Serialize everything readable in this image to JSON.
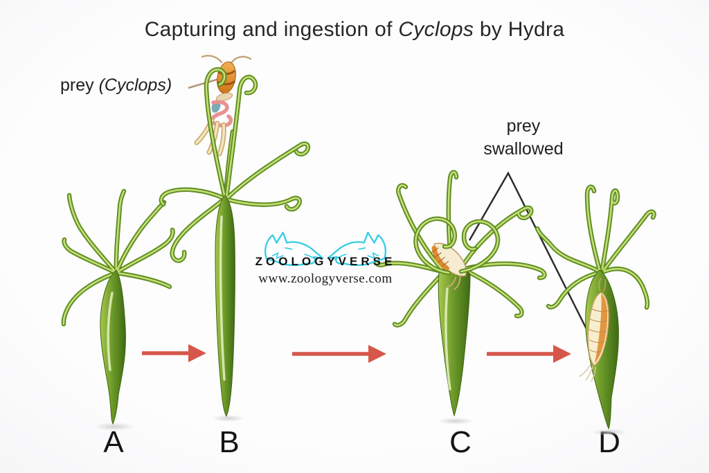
{
  "title": {
    "part1": "Capturing and ingestion of ",
    "part2_italic": "Cyclops",
    "part3": " by Hydra"
  },
  "annotations": {
    "prey_label": {
      "part1": "prey ",
      "part2_italic": "(Cyclops)"
    },
    "prey_swallowed": {
      "line1": "prey",
      "line2": "swallowed"
    }
  },
  "stages": [
    {
      "letter": "A"
    },
    {
      "letter": "B"
    },
    {
      "letter": "C"
    },
    {
      "letter": "D"
    }
  ],
  "watermark": {
    "brand": "ZOOLOGYVERSE",
    "website": "www.zoologyverse.com",
    "logo_icon": "twin-wolf-heads-icon"
  },
  "colors": {
    "background": "#fbfbfc",
    "text": "#262626",
    "arrow_red": "#d6574a",
    "pointer_line_black": "#2c2c2c",
    "label_line_tan": "#b39476",
    "hydra_green_dark": "#3f6a14",
    "hydra_green_mid": "#6f9c2a",
    "hydra_green_light": "#c6de77",
    "cyclops_orange": "#e08a2e",
    "prey_cream": "#f5ecd2",
    "watermark_cyan": "#35cde4"
  }
}
